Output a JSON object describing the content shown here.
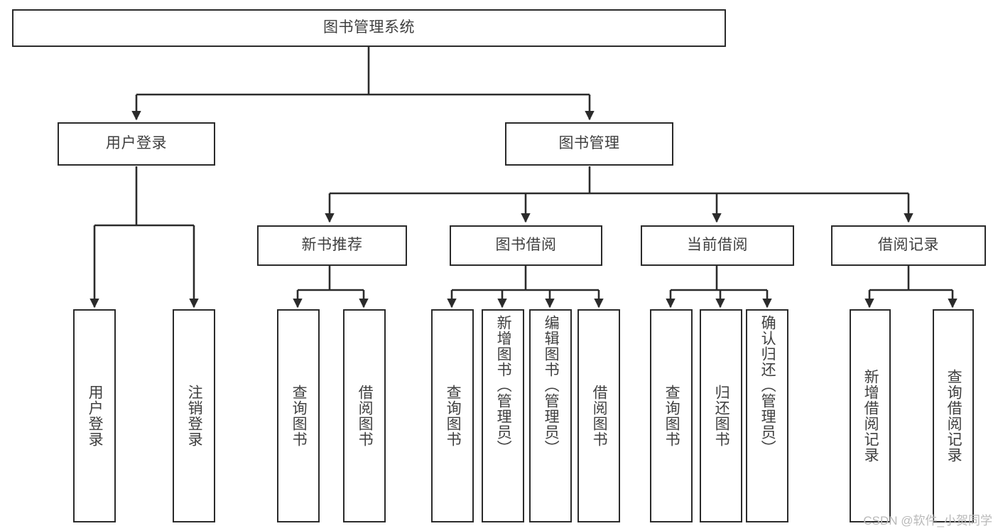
{
  "diagram": {
    "title": "图书管理系统",
    "type": "hierarchy-tree",
    "watermark": "CSDN @软件_小贺同学",
    "colors": {
      "stroke": "#2b2b2b",
      "text": "#3f3f3f",
      "background": "#ffffff",
      "watermark": "#b9b9b9"
    },
    "nodes": {
      "root": {
        "label": "图书管理系统"
      },
      "level2": [
        {
          "id": "user-login",
          "label": "用户登录"
        },
        {
          "id": "book-management",
          "label": "图书管理"
        }
      ],
      "level3": [
        {
          "id": "new-book-recommend",
          "label": "新书推荐"
        },
        {
          "id": "book-borrow",
          "label": "图书借阅"
        },
        {
          "id": "current-borrow",
          "label": "当前借阅"
        },
        {
          "id": "borrow-record",
          "label": "借阅记录"
        }
      ],
      "leaves": {
        "user-login": [
          {
            "id": "leaf-user-login",
            "label": "用户登录"
          },
          {
            "id": "leaf-user-logout",
            "label": "注销登录"
          }
        ],
        "new-book-recommend": [
          {
            "id": "leaf-query-book-1",
            "label": "查询图书"
          },
          {
            "id": "leaf-borrow-book-1",
            "label": "借阅图书"
          }
        ],
        "book-borrow": [
          {
            "id": "leaf-query-book-2",
            "label": "查询图书"
          },
          {
            "id": "leaf-add-book",
            "label": "新增图书（管理员）"
          },
          {
            "id": "leaf-edit-book",
            "label": "编辑图书（管理员）"
          },
          {
            "id": "leaf-borrow-book-2",
            "label": "借阅图书"
          }
        ],
        "current-borrow": [
          {
            "id": "leaf-query-book-3",
            "label": "查询图书"
          },
          {
            "id": "leaf-return-book",
            "label": "归还图书"
          },
          {
            "id": "leaf-confirm-return",
            "label": "确认归还（管理员）"
          }
        ],
        "borrow-record": [
          {
            "id": "leaf-add-record",
            "label": "新增借阅记录"
          },
          {
            "id": "leaf-query-record",
            "label": "查询借阅记录"
          }
        ]
      }
    }
  }
}
